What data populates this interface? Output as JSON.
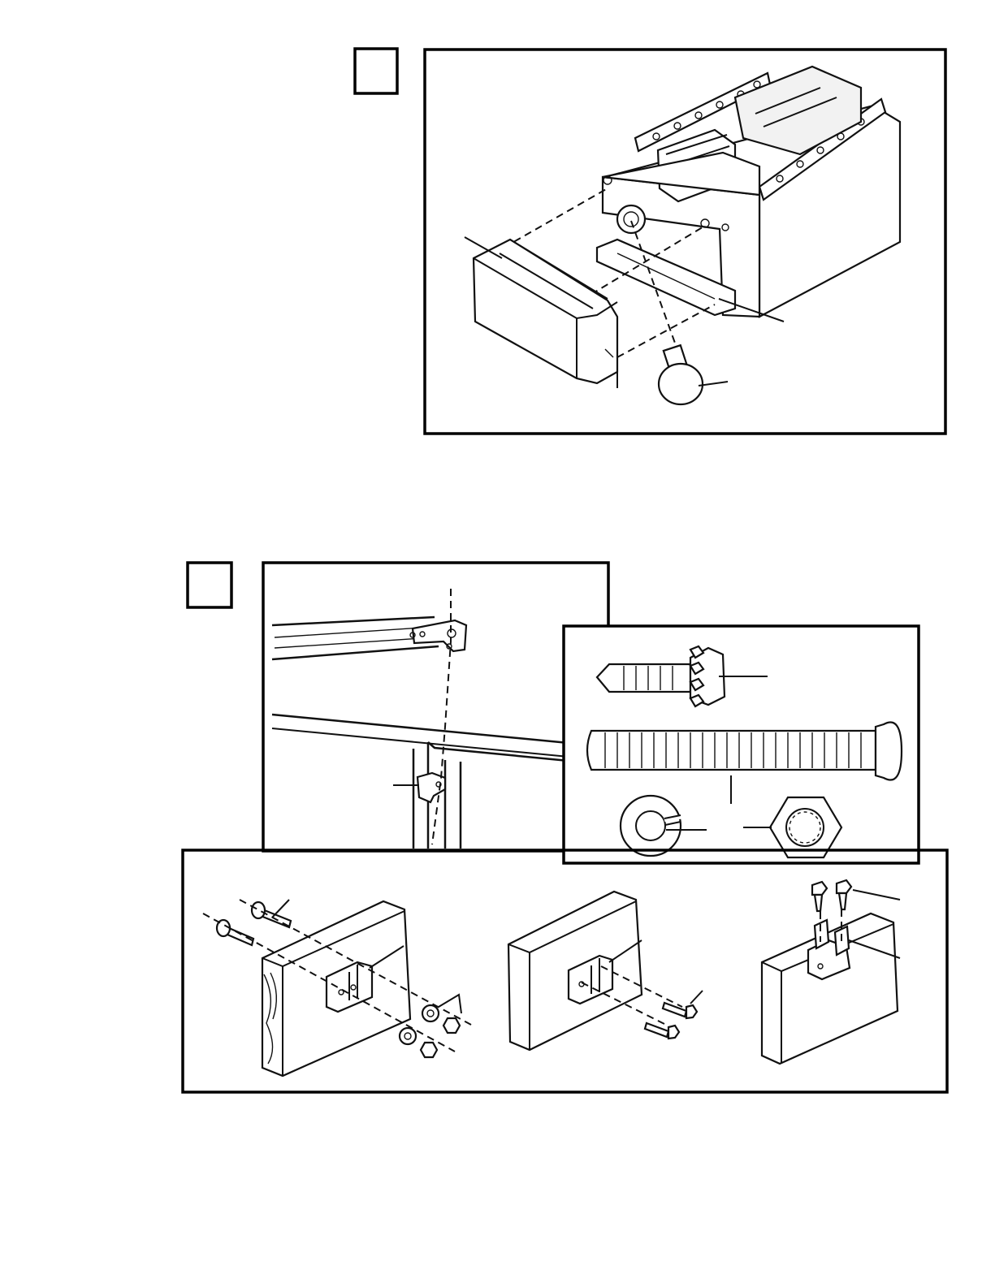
{
  "page": {
    "background": "#ffffff",
    "ink": "#000000"
  },
  "steps": [
    {
      "id": "upper",
      "number_box": "blank",
      "depicts": [
        "light-lens-cover",
        "opener-power-head",
        "light-bulb",
        "light-socket"
      ]
    },
    {
      "id": "lower",
      "number_box": "blank",
      "depicts": [
        "door-track",
        "door-frame-bracket",
        "lag-screw",
        "carriage-bolt",
        "lock-washer",
        "hex-nut",
        "wood-header",
        "mounting-bracket"
      ]
    }
  ]
}
